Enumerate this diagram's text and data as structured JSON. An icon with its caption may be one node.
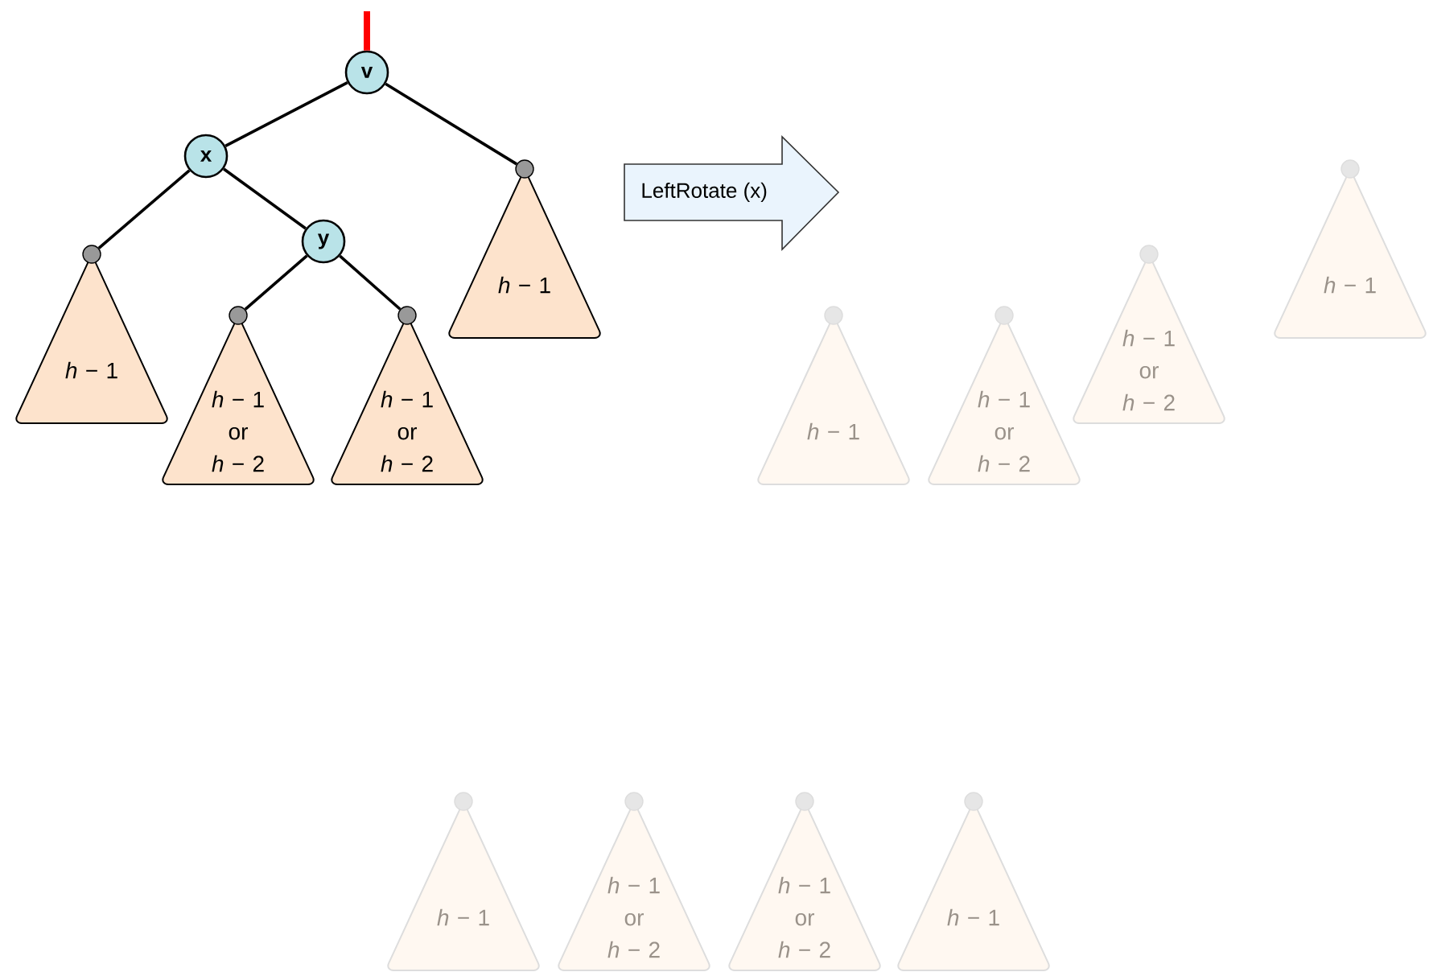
{
  "diagram": {
    "nodes": [
      {
        "text": [
          "v"
        ]
      },
      {
        "text": [
          "x"
        ]
      },
      {
        "text": [
          "y"
        ]
      },
      {
        "text": [
          "*h* − 1"
        ]
      },
      {
        "text": [
          "*h* − 1 or *h* − 2"
        ]
      },
      {
        "text": [
          "*h* − 1 or *h* − 2"
        ]
      },
      {
        "text": [
          "*h* − 1"
        ]
      },
      {
        "text": [
          "LeftRotate (x)"
        ]
      },
      {
        "text": [
          "*h* − 1"
        ]
      },
      {
        "text": [
          "*h* − 1 or *h* − 2"
        ]
      },
      {
        "text": [
          "*h* − 1"
        ]
      },
      {
        "text": [
          "*h* − 1 or *h* − 2"
        ]
      },
      {
        "text": [
          "*h* − 1"
        ]
      },
      {
        "text": [
          "*h* − 1 or *h* − 2"
        ]
      },
      {
        "text": [
          "*h* − 1 or *h* − 2"
        ]
      },
      {
        "text": [
          "*h* − 1"
        ]
      }
    ],
    "edges": [
      {
        "from": null,
        "to": 0,
        "arrow": "none",
        "style": "thick",
        "color": "#ff0000"
      },
      {
        "from": 0,
        "to": 1,
        "arrow": "none"
      },
      {
        "from": 0,
        "to": 6,
        "arrow": "none"
      },
      {
        "from": 1,
        "to": 3,
        "arrow": "none"
      },
      {
        "from": 1,
        "to": 2,
        "arrow": "none"
      },
      {
        "from": 2,
        "to": 4,
        "arrow": "none"
      },
      {
        "from": 2,
        "to": 5,
        "arrow": "none"
      }
    ]
  }
}
